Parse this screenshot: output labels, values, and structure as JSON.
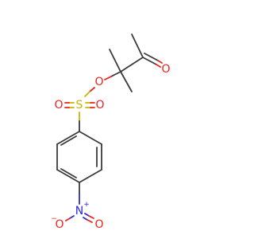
{
  "atoms": {
    "ketone_o": {
      "label": "O",
      "color": "#e8241c"
    },
    "ester_o": {
      "label": "O",
      "color": "#e8241c"
    },
    "sulfur": {
      "label": "S",
      "color": "#c9b400"
    },
    "sulfonyl_o_left": {
      "label": "O",
      "color": "#e8241c"
    },
    "sulfonyl_o_right": {
      "label": "O",
      "color": "#e8241c"
    },
    "nitro_n": {
      "label": "N",
      "charge": "+",
      "color": "#2a2ae0"
    },
    "nitro_o_left": {
      "label": "O",
      "charge": "−",
      "color": "#e8241c"
    },
    "nitro_o_right": {
      "label": "O",
      "color": "#e8241c"
    }
  }
}
